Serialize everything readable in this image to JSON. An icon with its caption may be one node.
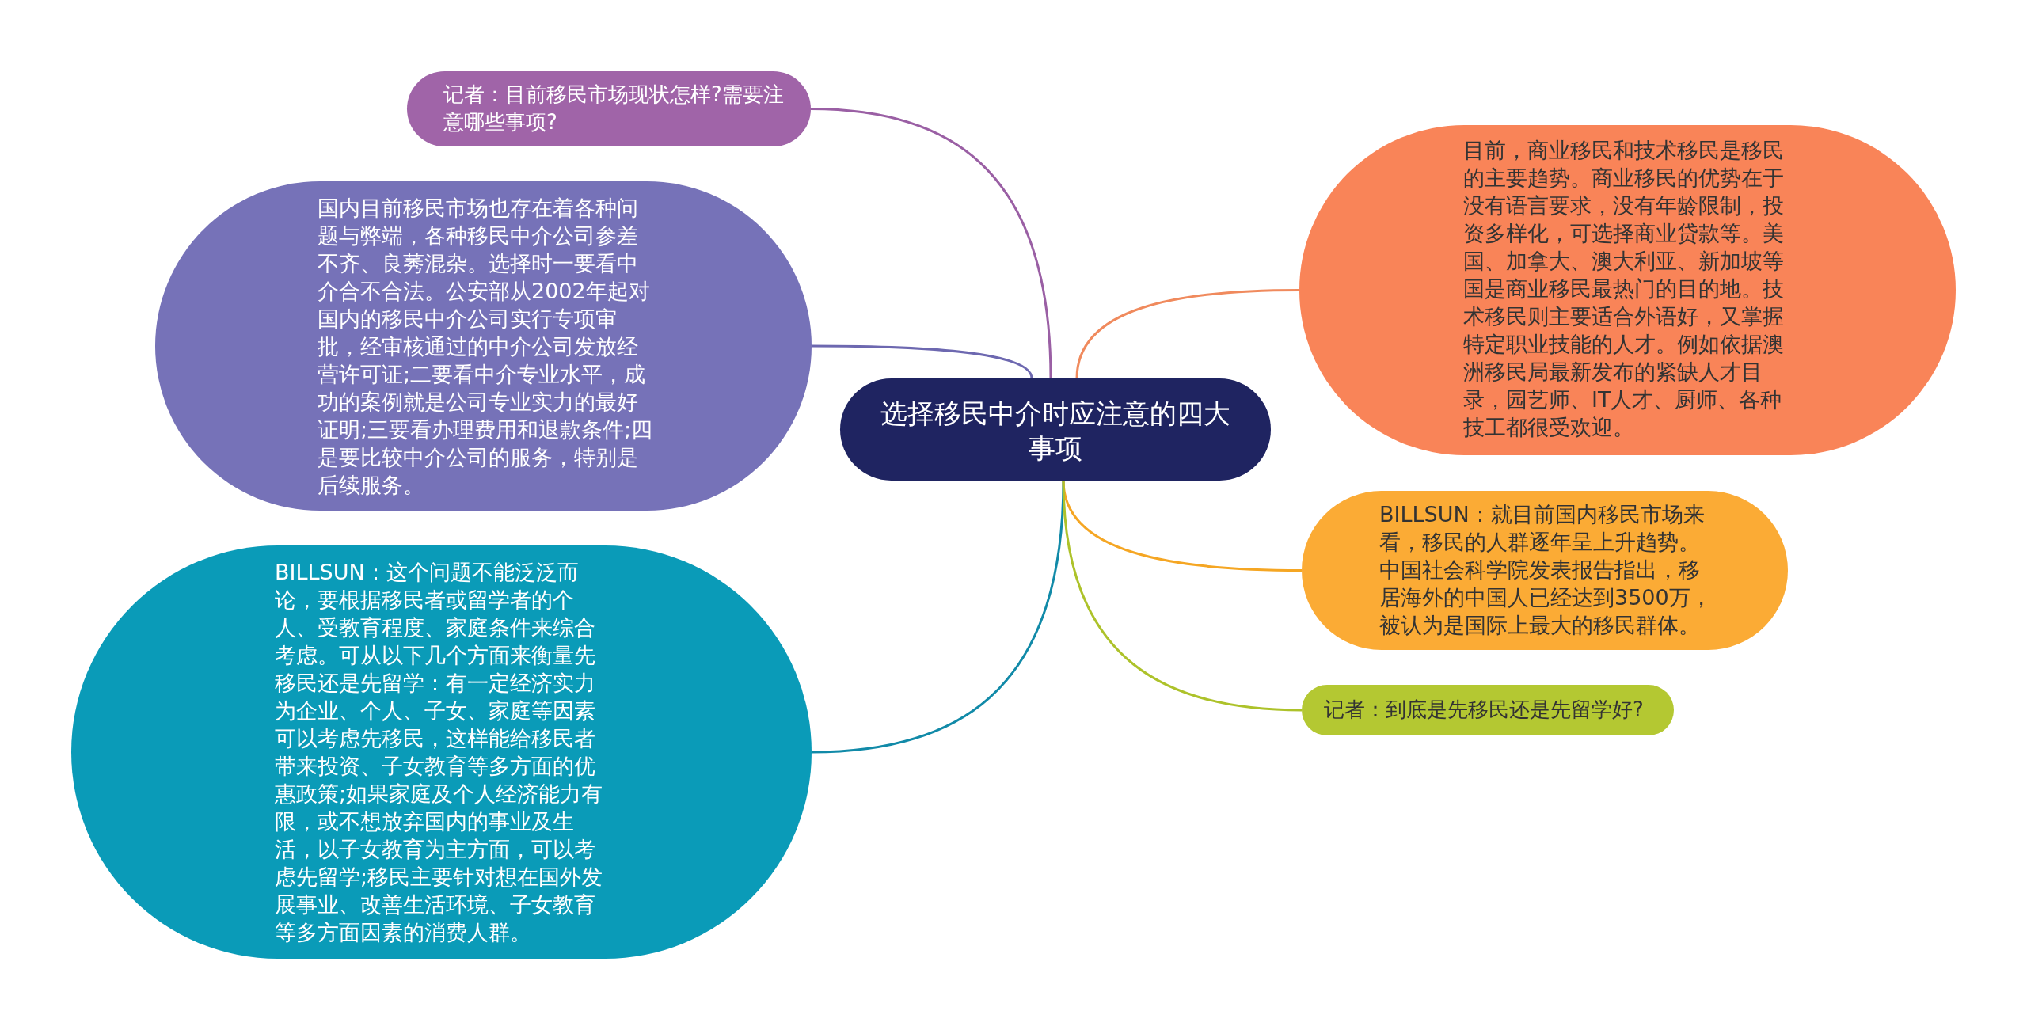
{
  "diagram": {
    "nodes": [
      {
        "text": [
          "选择移民中介时应注意的四大事项"
        ]
      },
      {
        "text": [
          "记者：目前移民市场现状怎样?需要注意哪些事项?"
        ]
      },
      {
        "text": [
          "国内目前移民市场也存在着各种问题与弊端，各种移民中介公司参差不齐、良莠混杂。选择时一要看中介合不合法。公安部从2002年起对国内的移民中介公司实行专项审批，经审核通过的中介公司发放经营许可证;二要看中介专业水平，成功的案例就是公司专业实力的最好证明;三要看办理费用和退款条件;四是要比较中介公司的服务，特别是后续服务。"
        ]
      },
      {
        "text": [
          "BILLSUN：这个问题不能泛泛而论，要根据移民者或留学者的个人、受教育程度、家庭条件来综合考虑。可从以下几个方面来衡量先移民还是先留学：有一定经济实力为企业、个人、子女、家庭等因素可以考虑先移民，这样能给移民者带来投资、子女教育等多方面的优惠政策;如果家庭及个人经济能力有限，或不想放弃国内的事业及生活，以子女教育为主方面，可以考虑先留学;移民主要针对想在国外发展事业、改善生活环境、子女教育等多方面因素的消费人群。"
        ]
      },
      {
        "text": [
          "目前，商业移民和技术移民是移民的主要趋势。商业移民的优势在于没有语言要求，没有年龄限制，投资多样化，可选择商业贷款等。美国、加拿大、澳大利亚、新加坡等国是商业移民最热门的目的地。技术移民则主要适合外语好，又掌握特定职业技能的人才。例如依据澳洲移民局最新发布的紧缺人才目录，园艺师、IT人才、厨师、各种技工都很受欢迎。"
        ]
      },
      {
        "text": [
          "BILLSUN：就目前国内移民市场来看，移民的人群逐年呈上升趋势。中国社会科学院发表报告指出，移居海外的中国人已经达到3500万，被认为是国际上最大的移民群体。"
        ]
      },
      {
        "text": [
          "记者：到底是先移民还是先留学好?"
        ]
      }
    ],
    "edges": [
      {
        "from": 0,
        "to": 1,
        "arrow": "none",
        "color": "#9a5fa4"
      },
      {
        "from": 0,
        "to": 2,
        "arrow": "none",
        "color": "#6d68b0"
      },
      {
        "from": 0,
        "to": 3,
        "arrow": "none",
        "color": "#118aa8"
      },
      {
        "from": 0,
        "to": 4,
        "arrow": "none",
        "color": "#f08a5d"
      },
      {
        "from": 0,
        "to": 5,
        "arrow": "none",
        "color": "#f5a623"
      },
      {
        "from": 0,
        "to": 6,
        "arrow": "none",
        "color": "#adc22a"
      }
    ]
  }
}
